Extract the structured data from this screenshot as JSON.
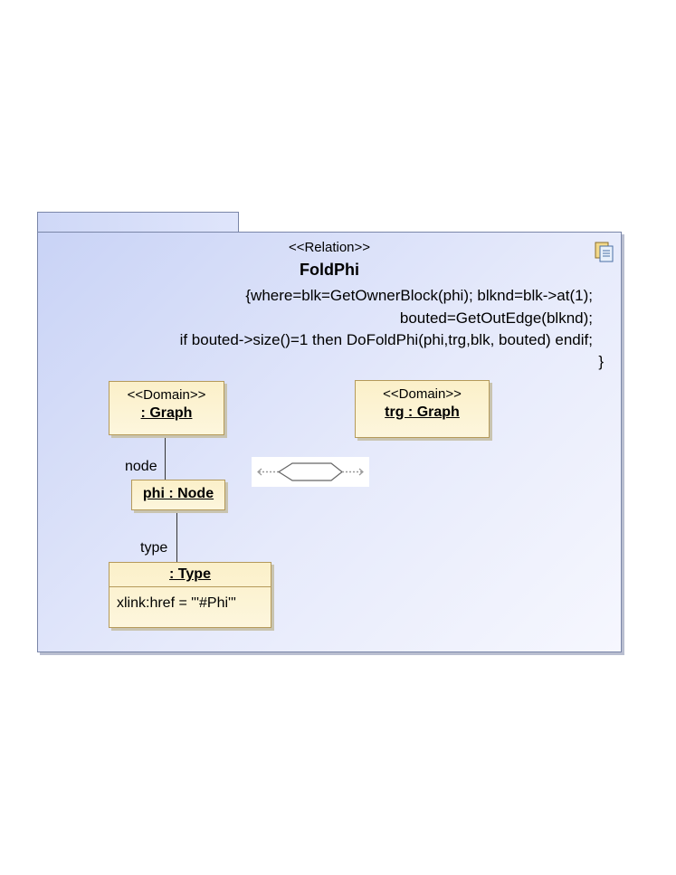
{
  "diagram": {
    "relation_stereotype": "<<Relation>>",
    "relation_name": "FoldPhi",
    "constraint_lines": [
      "{where=blk=GetOwnerBlock(phi);  blknd=blk->at(1);",
      "bouted=GetOutEdge(blknd);",
      "if bouted->size()=1 then DoFoldPhi(phi,trg,blk, bouted) endif;",
      "}"
    ],
    "domain_graph": {
      "stereotype": "<<Domain>>",
      "name": ": Graph"
    },
    "domain_trg": {
      "stereotype": "<<Domain>>",
      "name": "trg : Graph"
    },
    "node_phi": {
      "name": "phi : Node"
    },
    "type_box": {
      "name": ": Type",
      "attribute": "xlink:href = \"'#Phi'\""
    },
    "edge_labels": {
      "node": "node",
      "type": "type"
    },
    "icons": {
      "relation_icon": "document-icon",
      "transform": "hexagon-transformation-icon"
    },
    "colors": {
      "frame_fill": "#d6ddf8",
      "box_fill": "#fcf2cf",
      "border": "#7a86a8"
    }
  }
}
